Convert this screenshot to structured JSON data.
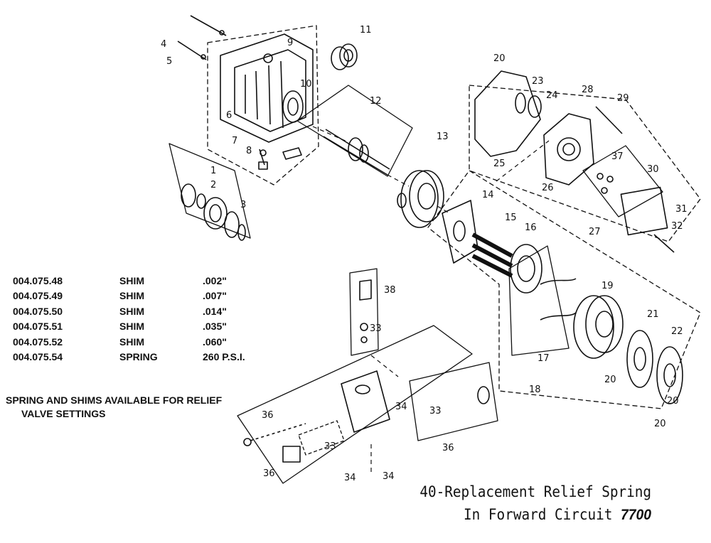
{
  "callouts": [
    "1",
    "2",
    "3",
    "4",
    "5",
    "6",
    "7",
    "8",
    "9",
    "10",
    "11",
    "12",
    "13",
    "14",
    "15",
    "16",
    "17",
    "18",
    "19",
    "20",
    "20",
    "20",
    "20",
    "21",
    "22",
    "23",
    "24",
    "25",
    "26",
    "27",
    "28",
    "29",
    "30",
    "31",
    "32",
    "33",
    "33",
    "33",
    "34",
    "34",
    "34",
    "36",
    "36",
    "36",
    "37",
    "38"
  ],
  "parts": [
    {
      "number": "004.075.48",
      "description": "SHIM",
      "spec": ".002\""
    },
    {
      "number": "004.075.49",
      "description": "SHIM",
      "spec": ".007\""
    },
    {
      "number": "004.075.50",
      "description": "SHIM",
      "spec": ".014\""
    },
    {
      "number": "004.075.51",
      "description": "SHIM",
      "spec": ".035\""
    },
    {
      "number": "004.075.52",
      "description": "SHIM",
      "spec": ".060\""
    },
    {
      "number": "004.075.54",
      "description": "SPRING",
      "spec": "260 P.S.I."
    }
  ],
  "note": {
    "line1": "SPRING AND SHIMS AVAILABLE FOR RELIEF",
    "line2": "VALVE SETTINGS"
  },
  "caption": {
    "line1": "40-Replacement Relief  Spring",
    "line2_prefix": "In Forward Circuit ",
    "model": "7700"
  }
}
